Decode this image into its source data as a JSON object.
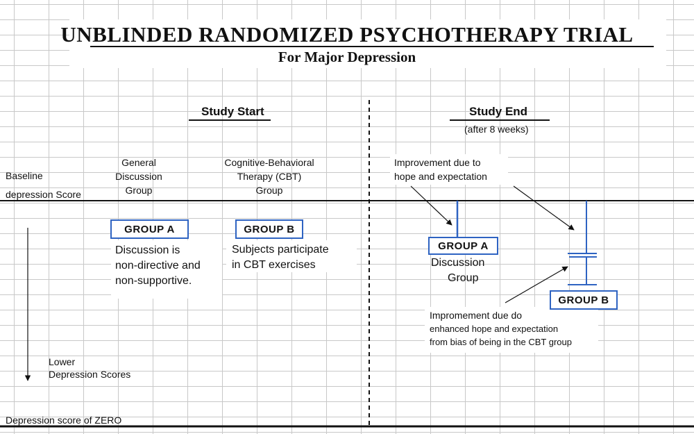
{
  "title": "UNBLINDED RANDOMIZED PSYCHOTHERAPY TRIAL",
  "subtitle": "For Major Depression",
  "study_start": "Study Start",
  "study_end": "Study End",
  "study_end_note": "(after 8 weeks)",
  "axis": {
    "baseline_line1": "Baseline",
    "baseline_line2": "depression Score",
    "lower_line1": "Lower",
    "lower_line2": "Depression Scores",
    "zero": "Depression score of ZERO"
  },
  "start_groups": {
    "general": [
      "General",
      "Discussion",
      "Group"
    ],
    "cbt": [
      "Cognitive-Behavioral",
      "Therapy (CBT)",
      "Group"
    ]
  },
  "group_a": {
    "label": "GROUP A",
    "description": [
      "Discussion is",
      "non-directive and",
      "non-supportive."
    ]
  },
  "group_b": {
    "label": "GROUP B",
    "description": [
      "Subjects participate",
      "in CBT exercises"
    ]
  },
  "end_group_a": {
    "label": "GROUP A",
    "caption": [
      "Discussion",
      "Group"
    ]
  },
  "end_group_b": {
    "label": "GROUP B"
  },
  "annotations": {
    "hope": [
      "Improvement due to",
      "hope and expectation"
    ],
    "cbt_bias": [
      "Impromement due do",
      "enhanced hope and expectation",
      "from bias of being in the CBT group"
    ]
  },
  "colors": {
    "box_border": "#2e63c2",
    "bar": "#2e63c2",
    "ink": "#111111",
    "grid": "#c8c8c8"
  }
}
